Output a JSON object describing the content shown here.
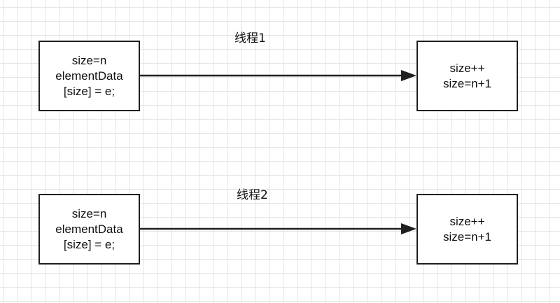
{
  "thread1": {
    "label": "线程1",
    "source": {
      "line1": "size=n",
      "line2": "elementData",
      "line3": "[size] = e;"
    },
    "target": {
      "line1": "size++",
      "line2": "size=n+1"
    }
  },
  "thread2": {
    "label": "线程2",
    "source": {
      "line1": "size=n",
      "line2": "elementData",
      "line3": "[size] = e;"
    },
    "target": {
      "line1": "size++",
      "line2": "size=n+1"
    }
  },
  "colors": {
    "stroke": "#1f1f1f",
    "grid": "#e4e4e4",
    "box_fill": "#ffffff"
  }
}
